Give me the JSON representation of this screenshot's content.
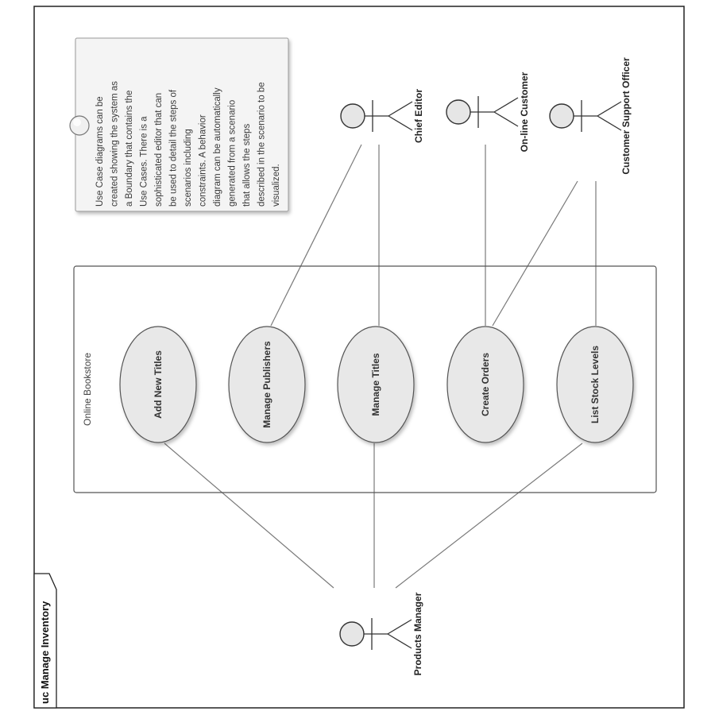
{
  "frame": {
    "label": "uc Manage Inventory"
  },
  "boundary": {
    "label": "Online Bookstore"
  },
  "use_cases": [
    {
      "id": "uc1",
      "label": "Add New Titles"
    },
    {
      "id": "uc2",
      "label": "Manage Publishers"
    },
    {
      "id": "uc3",
      "label": "Manage Titles"
    },
    {
      "id": "uc4",
      "label": "Create Orders"
    },
    {
      "id": "uc5",
      "label": "List Stock Levels"
    }
  ],
  "actors": [
    {
      "id": "a1",
      "label": "Chief Editor"
    },
    {
      "id": "a2",
      "label": "On-line Customer"
    },
    {
      "id": "a3",
      "label": "Customer Support Officer"
    },
    {
      "id": "a4",
      "label": "Products Manager"
    }
  ],
  "note": {
    "lines": [
      "Use Case diagrams can be",
      "created showing the system as",
      "a Boundary that contains the",
      "Use Cases. There is a",
      "sophisticated editor that can",
      "be used to detail the steps of",
      "scenarios including",
      "constraints. A behavior",
      "diagram can be automatically",
      "generated from a scenario",
      "that allows the steps",
      "described in the scenario to be",
      "visualized."
    ]
  },
  "associations": [
    {
      "from": "a1",
      "to": "uc2"
    },
    {
      "from": "a1",
      "to": "uc3"
    },
    {
      "from": "a2",
      "to": "uc4"
    },
    {
      "from": "a3",
      "to": "uc4"
    },
    {
      "from": "a3",
      "to": "uc5"
    },
    {
      "from": "a4",
      "to": "uc1"
    },
    {
      "from": "a4",
      "to": "uc3"
    },
    {
      "from": "a4",
      "to": "uc5"
    }
  ],
  "colors": {
    "line": "#7a7a7a",
    "frame": "#222222",
    "ellipse_fill": "#e8e8e8",
    "note_fill": "#f4f4f4",
    "text": "#333333"
  }
}
